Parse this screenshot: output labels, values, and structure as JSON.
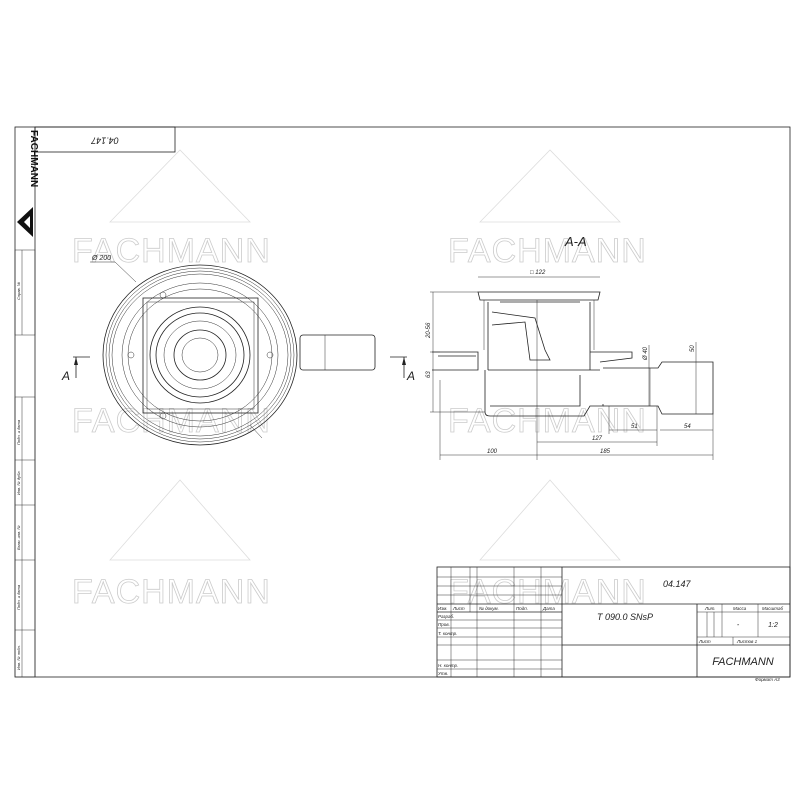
{
  "drawing": {
    "doc_number": "04.147",
    "doc_number_rotated": "04.147",
    "brand_side": "FACHMANN",
    "section_title": "A-A",
    "section_mark_left": "A",
    "section_mark_right": "A",
    "watermark": "FACHMANN"
  },
  "side_stamp": [
    "Справ. №",
    "Подп. и дата",
    "Инв. № дубл.",
    "Взам. инв. №",
    "Подп. и дата",
    "Инв. № подл."
  ],
  "dimensions": {
    "plan_diameter": "Ø 200",
    "square": "□ 122",
    "height_adjust": "20-56",
    "height_body": "63",
    "outlet_diameter": "Ø 40",
    "outlet_socket": "50",
    "len_51": "51",
    "len_54": "54",
    "len_127": "127",
    "len_100": "100",
    "len_185": "185"
  },
  "title_block": {
    "headers": [
      "Изм.",
      "Лист",
      "№ докум.",
      "Подп.",
      "Дата"
    ],
    "rows": [
      "Разраб.",
      "Пров.",
      "Т. контр.",
      "",
      "Н. контр.",
      "Утв."
    ],
    "designation": "04.147",
    "name": "T 090.0 SNsP",
    "lit_label": "Лит.",
    "mass_label": "Масса",
    "scale_label": "Масштаб",
    "mass_value": "-",
    "scale_value": "1:2",
    "sheet_label": "Лист",
    "sheets_label": "Листов 1",
    "company": "FACHMANN",
    "format": "Формат А3"
  }
}
